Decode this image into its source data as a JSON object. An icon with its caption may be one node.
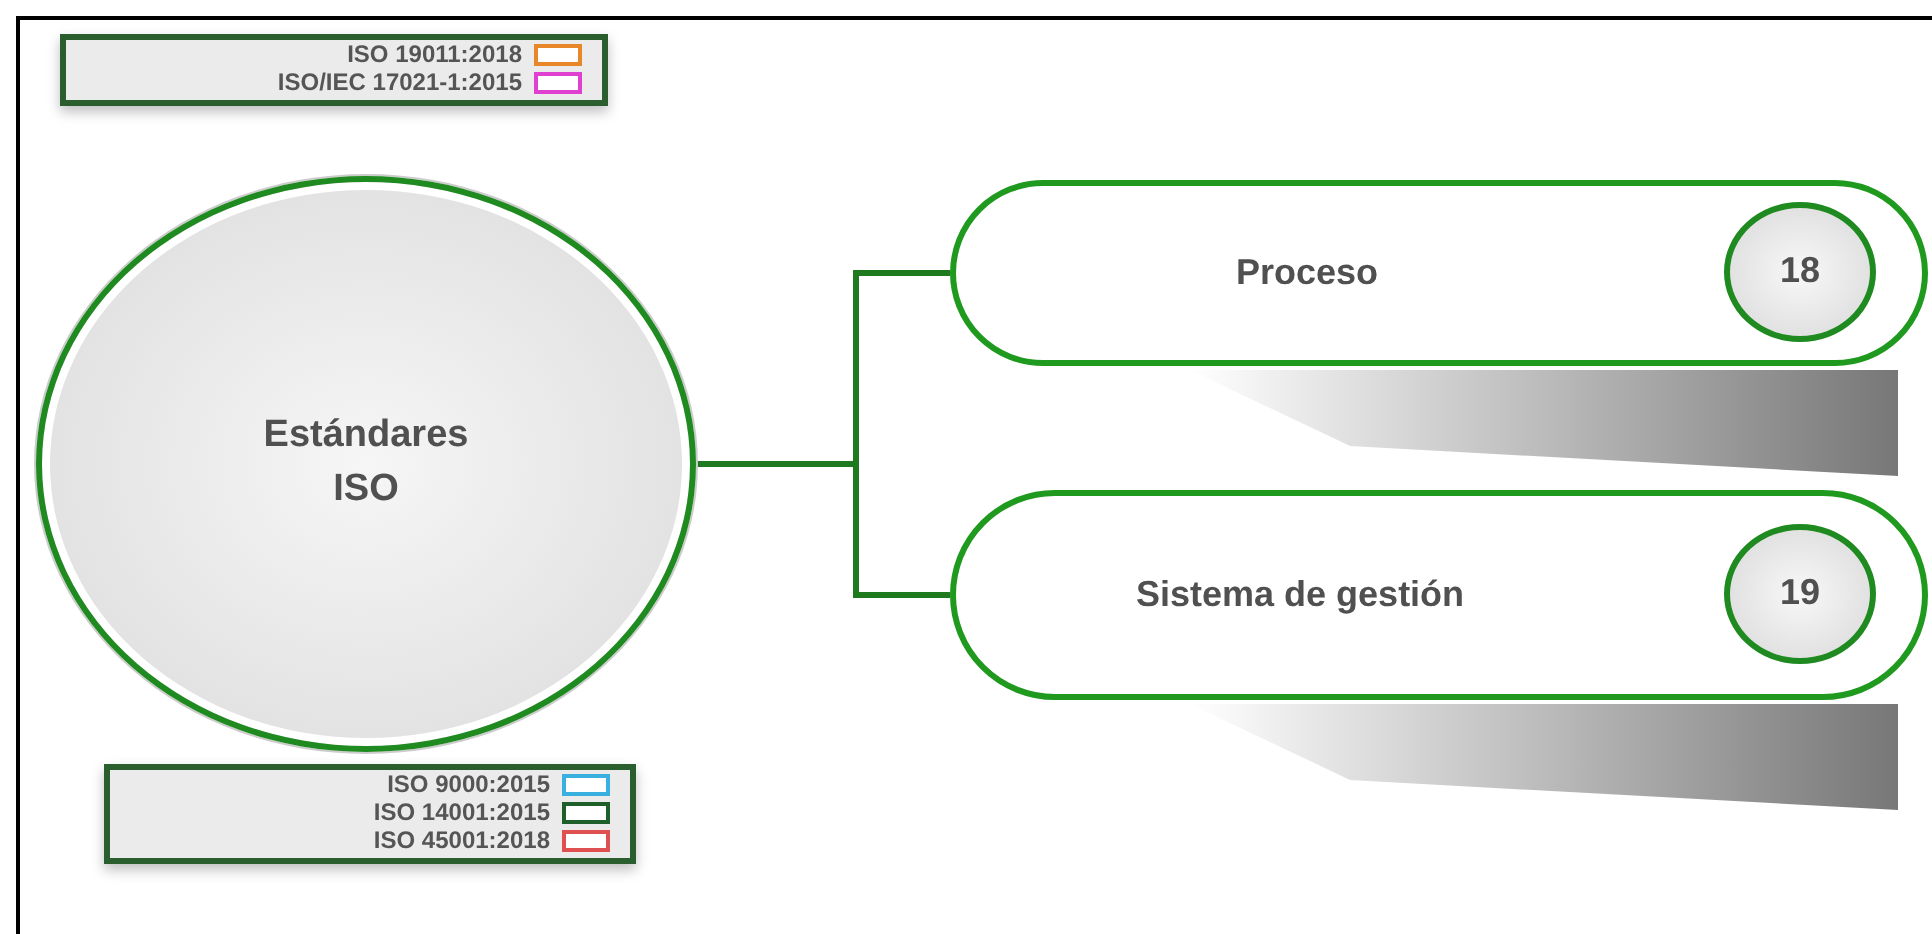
{
  "diagram": {
    "nodes": [
      {
        "text": [
          "Estándares ISO"
        ]
      },
      {
        "text": [
          "Proceso"
        ]
      },
      {
        "text": [
          "18"
        ],
        "in": 1
      },
      {
        "text": [
          "Sistema de gestión"
        ]
      },
      {
        "text": [
          "19"
        ],
        "in": 3
      }
    ],
    "edges": [
      {
        "from": 0,
        "to": 1,
        "arrow": "none"
      },
      {
        "from": 0,
        "to": 3,
        "arrow": "none"
      }
    ],
    "legend": [
      {
        "text": "ISO 19011:2018",
        "color": "#e8862a"
      },
      {
        "text": "ISO/IEC 17021-1:2015",
        "color": "#e040d0"
      },
      {
        "text": "ISO 9000:2015",
        "color": "#3ab0e0"
      },
      {
        "text": "ISO 14001:2015",
        "color": "#1f5f2a"
      },
      {
        "text": "ISO 45001:2018",
        "color": "#e05050"
      }
    ]
  }
}
